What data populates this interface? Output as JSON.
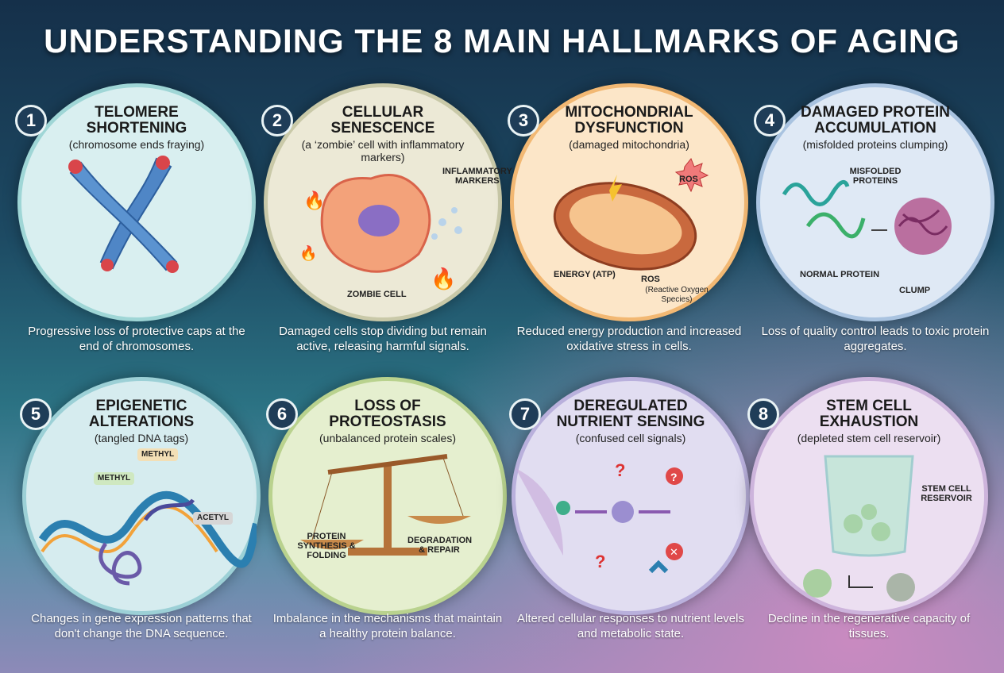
{
  "title": "UNDERSTANDING THE 8 MAIN HALLMARKS OF AGING",
  "panels": [
    {
      "num": "1",
      "title": "TELOMERE SHORTENING",
      "subtitle": "(chromosome ends fraying)",
      "labels": [],
      "caption": "Progressive loss of protective caps at the end of chromosomes.",
      "fill": "#d9eff0",
      "border": "#9fd6d6"
    },
    {
      "num": "2",
      "title": "CELLULAR SENESCENCE",
      "subtitle": "(a ‘zombie’ cell with inflammatory markers)",
      "labels": [
        "INFLAMMATORY MARKERS",
        "ZOMBIE CELL"
      ],
      "caption": "Damaged cells stop dividing but remain active, releasing harmful signals.",
      "fill": "#ece9d6",
      "border": "#c9c9a8"
    },
    {
      "num": "3",
      "title": "MITOCHONDRIAL DYSFUNCTION",
      "subtitle": "(damaged mitochondria)",
      "labels": [
        "ROS",
        "ENERGY (ATP)",
        "ROS",
        "(Reactive Oxygen Species)"
      ],
      "caption": "Reduced energy production and increased oxidative stress in cells.",
      "fill": "#fce6c8",
      "border": "#f2b873"
    },
    {
      "num": "4",
      "title": "DAMAGED PROTEIN ACCUMULATION",
      "subtitle": "(misfolded proteins clumping)",
      "labels": [
        "MISFOLDED PROTEINS",
        "NORMAL PROTEIN",
        "CLUMP"
      ],
      "caption": "Loss of quality control leads to toxic protein aggregates.",
      "fill": "#dfe9f5",
      "border": "#a9c3e0"
    },
    {
      "num": "5",
      "title": "EPIGENETIC ALTERATIONS",
      "subtitle": "(tangled DNA tags)",
      "labels": [
        "METHYL",
        "METHYL",
        "ACETYL"
      ],
      "caption": "Changes in gene expression patterns that don't change the DNA sequence.",
      "fill": "#d6ecef",
      "border": "#9cd0d6"
    },
    {
      "num": "6",
      "title": "LOSS OF PROTEOSTASIS",
      "subtitle": "(unbalanced protein scales)",
      "labels": [
        "PROTEIN SYNTHESIS & FOLDING",
        "DEGRADATION & REPAIR"
      ],
      "caption": "Imbalance in the mechanisms that maintain a healthy protein balance.",
      "fill": "#e5efcf",
      "border": "#b9d28e"
    },
    {
      "num": "7",
      "title": "DEREGULATED NUTRIENT SENSING",
      "subtitle": "(confused cell signals)",
      "labels": [],
      "caption": "Altered cellular responses to nutrient levels and metabolic state.",
      "fill": "#e1ddf1",
      "border": "#b9b0dc"
    },
    {
      "num": "8",
      "title": "STEM CELL EXHAUSTION",
      "subtitle": "(depleted stem cell reservoir)",
      "labels": [
        "STEM CELL RESERVOIR"
      ],
      "caption": "Decline in the regenerative capacity of tissues.",
      "fill": "#ecdff1",
      "border": "#cdb4dc"
    }
  ]
}
